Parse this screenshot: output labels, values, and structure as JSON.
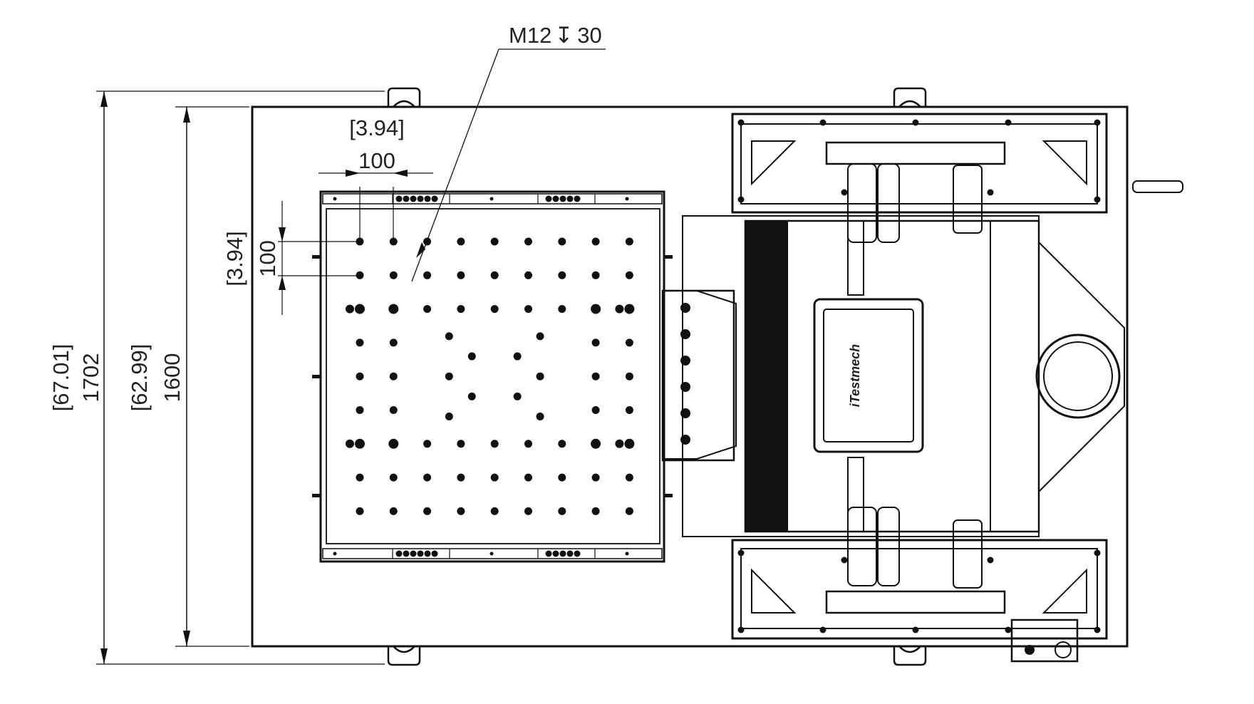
{
  "callout": {
    "text": "M12",
    "depth_symbol": "↧",
    "depth": "30"
  },
  "dimensions": {
    "overall_height": {
      "inch": "[67.01]",
      "mm": "1702"
    },
    "plate_height": {
      "inch": "[62.99]",
      "mm": "1600"
    },
    "hole_pitch_x": {
      "inch": "[3.94]",
      "mm": "100"
    },
    "hole_pitch_y": {
      "inch": "[3.94]",
      "mm": "100"
    }
  },
  "controller": {
    "brand": "iTestmech"
  },
  "colors": {
    "line": "#111111",
    "background": "#ffffff",
    "text": "#222222"
  }
}
